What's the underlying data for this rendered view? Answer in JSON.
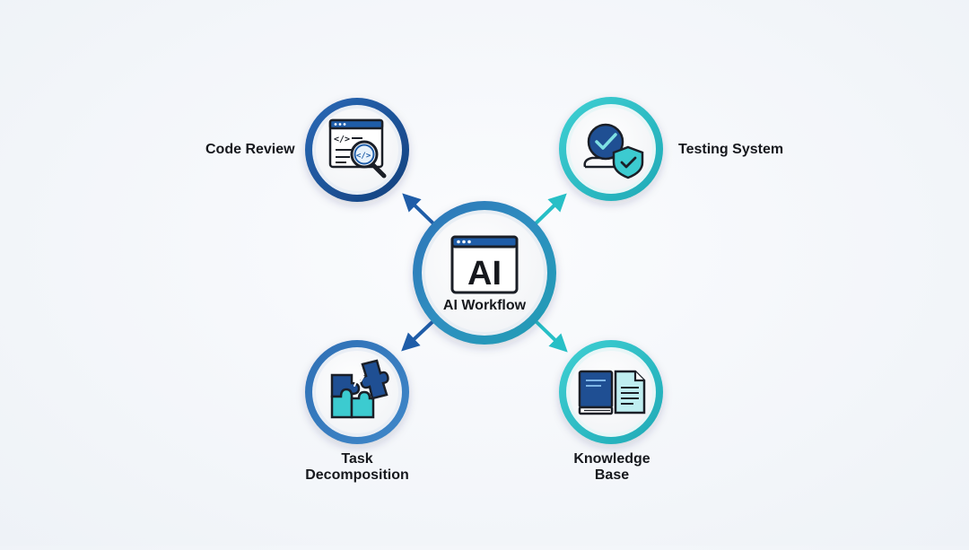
{
  "diagram": {
    "hub": {
      "title": "AI Workflow",
      "icon": "ai-window-icon",
      "icon_text": "AI"
    },
    "nodes": [
      {
        "id": "code-review",
        "label": "Code Review",
        "icon": "code-review-magnifier-icon",
        "accent": "#1f5da8"
      },
      {
        "id": "testing-system",
        "label": "Testing System",
        "icon": "check-shield-icon",
        "accent": "#27bfc6"
      },
      {
        "id": "task-decomposition",
        "label_lines": [
          "Task",
          "Decomposition"
        ],
        "icon": "puzzle-pieces-icon",
        "accent": "#2f6fb5"
      },
      {
        "id": "knowledge-base",
        "label_lines": [
          "Knowledge",
          "Base"
        ],
        "icon": "book-and-document-icon",
        "accent": "#24b6bf"
      }
    ]
  },
  "colors": {
    "navy": "#1d4f8f",
    "blue": "#2f6fb5",
    "teal": "#27bfc6",
    "light_teal": "#7fd6db",
    "ink": "#16181d"
  }
}
